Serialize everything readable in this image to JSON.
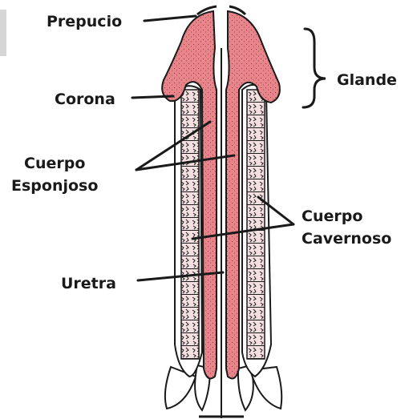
{
  "labels": {
    "prepucio": "Prepucio",
    "corona": "Corona",
    "glande": "Glande",
    "cuerpo_esponjoso_1": "Cuerpo",
    "cuerpo_esponjoso_2": "Esponjoso",
    "cuerpo_cavernoso_1": "Cuerpo",
    "cuerpo_cavernoso_2": "Cavernoso",
    "uretra": "Uretra"
  },
  "colors": {
    "spongy_tissue": "#e8858a",
    "outline": "#1a1a1a",
    "cavernous_fill": "#f3dfe0",
    "background": "#ffffff"
  }
}
